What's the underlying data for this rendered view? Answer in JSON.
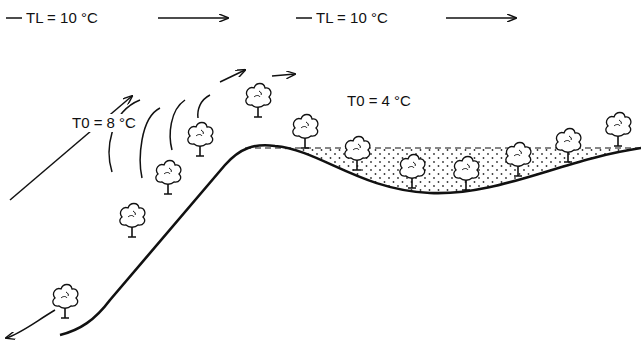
{
  "diagram": {
    "labels": [
      "TL = 10 °C",
      "TL = 10 °C",
      "T0 = 8 °C",
      "T0 = 4 °C"
    ]
  }
}
